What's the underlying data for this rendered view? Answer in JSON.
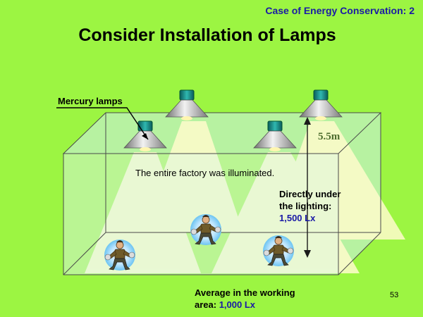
{
  "header": {
    "case_title": "Case of Energy Conservation: 2",
    "main_title": "Consider Installation of Lamps"
  },
  "labels": {
    "mercury_lamps": "Mercury lamps",
    "height": "5.5m",
    "illuminated": "The entire factory was illuminated.",
    "direct_line1": "Directly under",
    "direct_line2": "the lighting:",
    "direct_value": "1,500 Lx",
    "avg_line1": "Average in the working",
    "avg_line2_prefix": "area: ",
    "avg_value": "1,000 Lx"
  },
  "page_number": "53",
  "colors": {
    "background": "#9cf542",
    "accent_blue": "#1a1aa6",
    "room_fill": "#cdeef0",
    "light_beam": "#fffccc"
  },
  "icons": [
    "mercury-lamp-icon",
    "worker-icon",
    "double-arrow-icon",
    "pointer-arrow-icon"
  ]
}
